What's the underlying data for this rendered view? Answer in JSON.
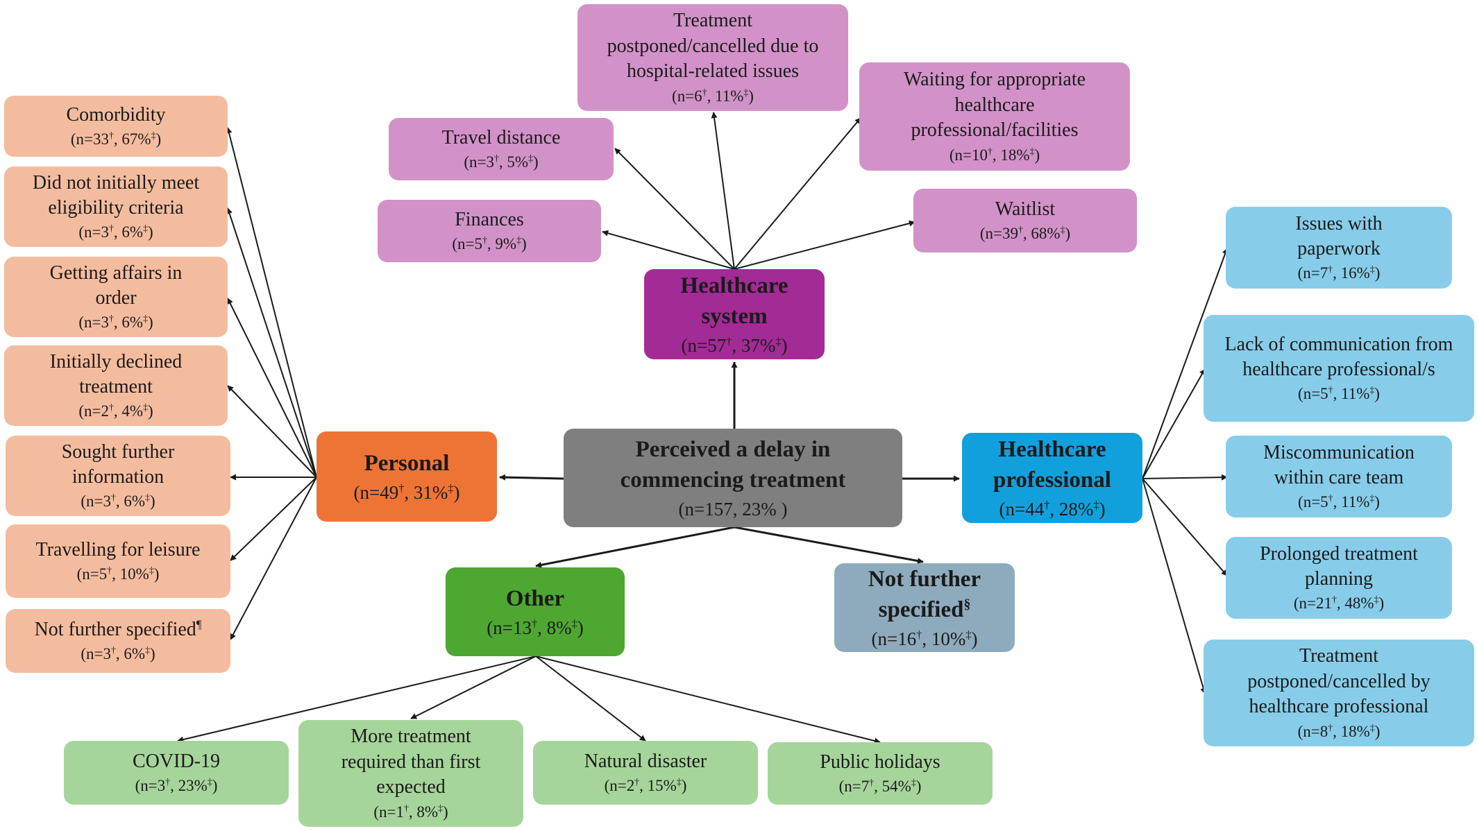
{
  "colors": {
    "personal_main": "#ee7436",
    "personal_sub": "#f4bc9e",
    "healthcare_system_main": "#a32b96",
    "healthcare_system_sub": "#d292c8",
    "healthcare_professional_main": "#12a0dc",
    "healthcare_professional_sub": "#87cdea",
    "other_main": "#4ea731",
    "other_sub": "#a6d59b",
    "not_specified_main": "#8eabbd",
    "center": "#7f7f7f",
    "arrow": "#1a1a1a"
  },
  "center": {
    "label": "Perceived a delay in commencing treatment",
    "count": "(n=157, 23% )"
  },
  "footnote_marks": {
    "dagger": "†",
    "double_dagger": "‡"
  },
  "categories": {
    "personal": {
      "label": "Personal",
      "n": "49",
      "pct": "31%",
      "items": [
        {
          "label": "Comorbidity",
          "n": "33",
          "pct": "67%"
        },
        {
          "label": "Did not initially meet eligibility criteria",
          "n": "3",
          "pct": "6%"
        },
        {
          "label": "Getting affairs in order",
          "n": "3",
          "pct": "6%"
        },
        {
          "label": "Initially declined treatment",
          "n": "2",
          "pct": "4%"
        },
        {
          "label": "Sought further information",
          "n": "3",
          "pct": "6%"
        },
        {
          "label": "Travelling for leisure",
          "n": "5",
          "pct": "10%"
        },
        {
          "label": "Not further specified",
          "mark": "¶",
          "n": "3",
          "pct": "6%"
        }
      ]
    },
    "healthcare_system": {
      "label": "Healthcare system",
      "n": "57",
      "pct": "37%",
      "items": [
        {
          "label": "Finances",
          "n": "5",
          "pct": "9%"
        },
        {
          "label": "Travel distance",
          "n": "3",
          "pct": "5%"
        },
        {
          "label": "Treatment postponed/cancelled due to hospital-related issues",
          "n": "6",
          "pct": "11%"
        },
        {
          "label": "Waiting for appropriate healthcare professional/facilities",
          "n": "10",
          "pct": "18%"
        },
        {
          "label": "Waitlist",
          "n": "39",
          "pct": "68%"
        }
      ]
    },
    "healthcare_professional": {
      "label": "Healthcare professional",
      "n": "44",
      "pct": "28%",
      "items": [
        {
          "label": "Issues with paperwork",
          "n": "7",
          "pct": "16%"
        },
        {
          "label": "Lack of communication from healthcare professional/s",
          "n": "5",
          "pct": "11%"
        },
        {
          "label": "Miscommunication within care team",
          "n": "5",
          "pct": "11%"
        },
        {
          "label": "Prolonged treatment planning",
          "n": "21",
          "pct": "48%"
        },
        {
          "label": "Treatment postponed/cancelled by healthcare professional",
          "n": "8",
          "pct": "18%"
        }
      ]
    },
    "other": {
      "label": "Other",
      "n": "13",
      "pct": "8%",
      "items": [
        {
          "label": "COVID-19",
          "n": "3",
          "pct": "23%"
        },
        {
          "label": "More treatment required than first expected",
          "n": "1",
          "pct": "8%"
        },
        {
          "label": "Natural disaster",
          "n": "2",
          "pct": "15%"
        },
        {
          "label": "Public holidays",
          "n": "7",
          "pct": "54%"
        }
      ]
    },
    "not_further_specified": {
      "label": "Not further specified",
      "mark": "§",
      "n": "16",
      "pct": "10%"
    }
  }
}
